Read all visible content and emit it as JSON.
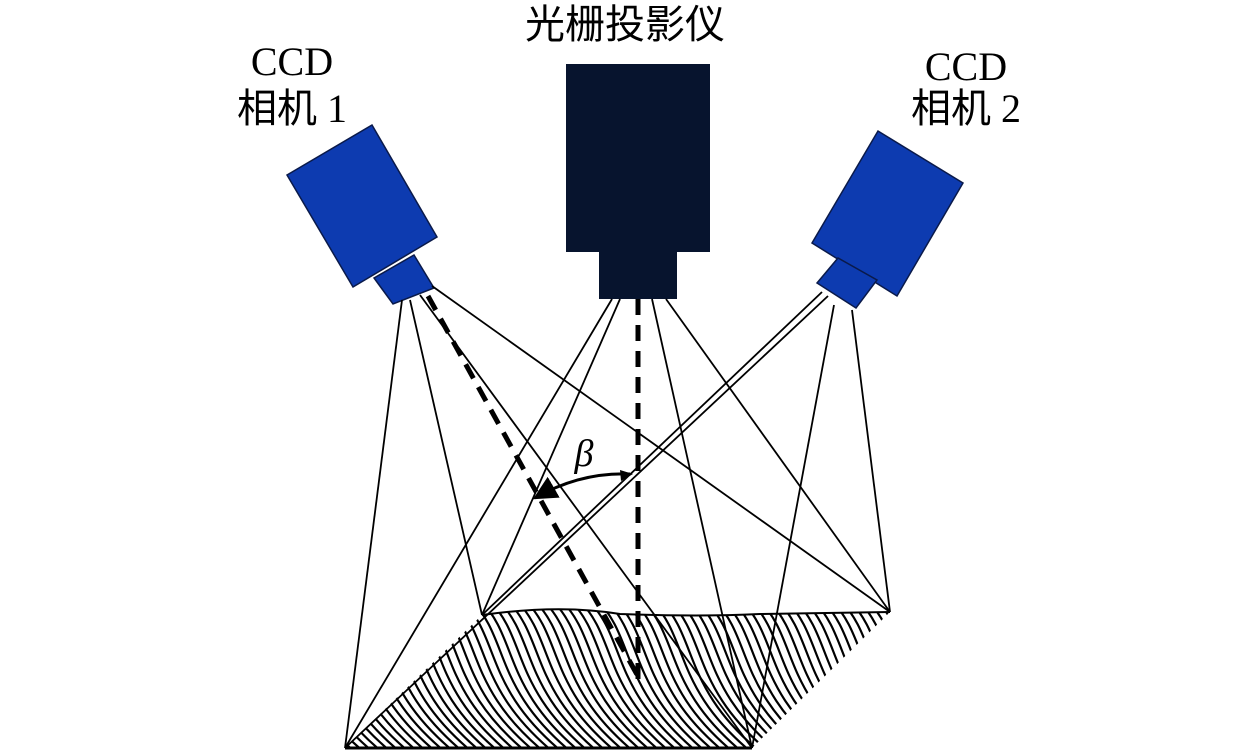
{
  "labels": {
    "projector": "光栅投影仪",
    "camera1_line1": "CCD",
    "camera1_line2": "相机 1",
    "camera2_line1": "CCD",
    "camera2_line2": "相机 2",
    "angle": "β"
  },
  "colors": {
    "camera_body": "#0d3bb0",
    "camera_outline": "#0a1a4a",
    "projector_body": "#07142e",
    "line": "#000000",
    "background": "#ffffff"
  }
}
